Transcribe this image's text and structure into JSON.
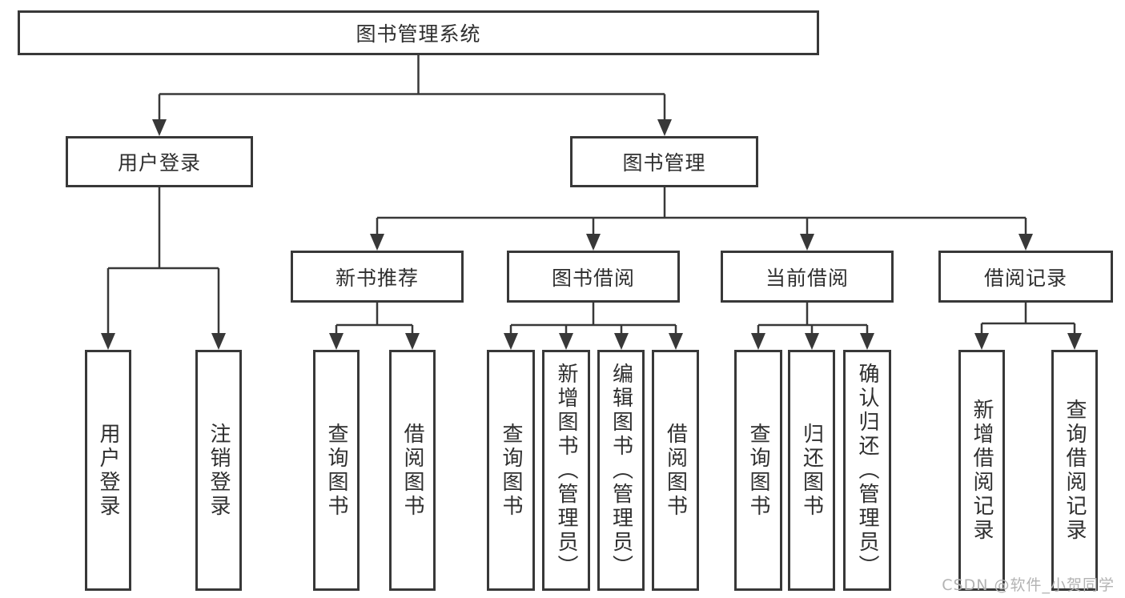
{
  "diagram": {
    "root": "图书管理系统",
    "level1": {
      "user_login": "用户登录",
      "book_management": "图书管理"
    },
    "level2": {
      "new_book_recommend": "新书推荐",
      "book_borrow": "图书借阅",
      "current_borrow": "当前借阅",
      "borrow_record": "借阅记录"
    },
    "leaves": {
      "user_login": [
        "用户登录",
        "注销登录"
      ],
      "new_book_recommend": [
        "查询图书",
        "借阅图书"
      ],
      "book_borrow": [
        "查询图书",
        "新增图书（管理员）",
        "编辑图书（管理员）",
        "借阅图书"
      ],
      "current_borrow": [
        "查询图书",
        "归还图书",
        "确认归还（管理员）"
      ],
      "borrow_record": [
        "新增借阅记录",
        "查询借阅记录"
      ]
    }
  },
  "watermark": "CSDN @软件_小贺同学",
  "colors": {
    "line": "#383838",
    "text": "#2f2f2f",
    "watermark": "#b3b3b3",
    "background": "#ffffff"
  }
}
